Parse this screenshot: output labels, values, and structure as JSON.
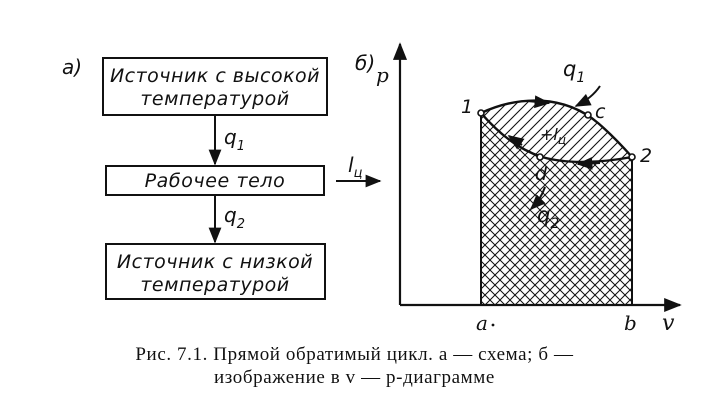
{
  "scheme": {
    "label": "а)",
    "hot_source": {
      "line1": "Источник с высокой",
      "line2": "температурой"
    },
    "heat_in": "q",
    "heat_in_sub": "1",
    "working_body": "Рабочее тело",
    "heat_out": "q",
    "heat_out_sub": "2",
    "cold_source": {
      "line1": "Источник с низкой",
      "line2": "температурой"
    },
    "work_out": "l",
    "work_out_sub": "ц"
  },
  "diagram": {
    "label": "б)",
    "y_axis": "p",
    "x_axis": "v",
    "points": {
      "p1": "1",
      "p2": "2",
      "pc": "c",
      "pd": "d",
      "pa": "a",
      "pb": "b"
    },
    "work_label": "+l",
    "work_label_sub": "ц",
    "heat_in": "q",
    "heat_in_sub": "1",
    "heat_out": "q",
    "heat_out_sub": "2"
  },
  "caption": {
    "line1": "Рис. 7.1. Прямой обратимый цикл. а — схема; б —",
    "line2": "изображение в v — p-диаграмме"
  }
}
